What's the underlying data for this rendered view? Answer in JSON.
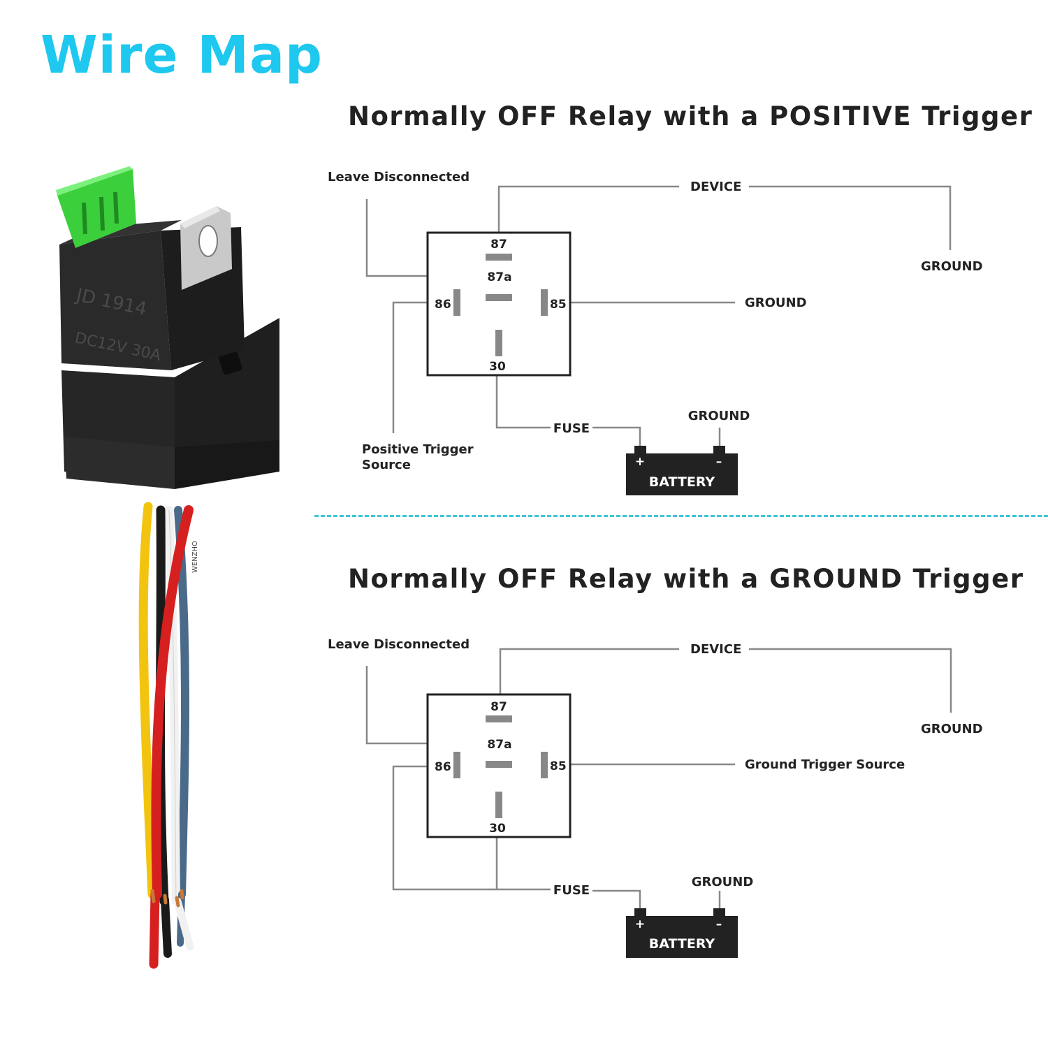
{
  "title": "Wire Map",
  "colors": {
    "title": "#1ec8ef",
    "divider": "#3fc6d6",
    "line": "#888888",
    "terminal": "#888888",
    "battery": "#222222",
    "fuse": "#3ccf3c",
    "relay_body": "#232323",
    "wire_yellow": "#f2c40f",
    "wire_black": "#1a1a1a",
    "wire_red": "#d62020",
    "wire_white": "#f1f1f1",
    "wire_blue": "#4a6a8a"
  },
  "product": {
    "body_text_1": "JD 1914",
    "body_text_2": "DC12V 30A",
    "wire_print": "WENZHO"
  },
  "diagrams": [
    {
      "title": "Normally OFF Relay with a POSITIVE Trigger",
      "pins": {
        "p87": "87",
        "p87a": "87a",
        "p86": "86",
        "p85": "85",
        "p30": "30"
      },
      "labels": {
        "leave_disconnected": "Leave Disconnected",
        "device": "DEVICE",
        "device_ground": "GROUND",
        "pin85_target": "GROUND",
        "trigger_source_line1": "Positive Trigger",
        "trigger_source_line2": "Source",
        "fuse": "FUSE",
        "battery_ground": "GROUND",
        "battery": "BATTERY",
        "plus": "+",
        "minus": "–"
      }
    },
    {
      "title": "Normally OFF Relay with a GROUND Trigger",
      "pins": {
        "p87": "87",
        "p87a": "87a",
        "p86": "86",
        "p85": "85",
        "p30": "30"
      },
      "labels": {
        "leave_disconnected": "Leave Disconnected",
        "device": "DEVICE",
        "device_ground": "GROUND",
        "pin85_target": "Ground Trigger Source",
        "fuse": "FUSE",
        "battery_ground": "GROUND",
        "battery": "BATTERY",
        "plus": "+",
        "minus": "–"
      }
    }
  ]
}
